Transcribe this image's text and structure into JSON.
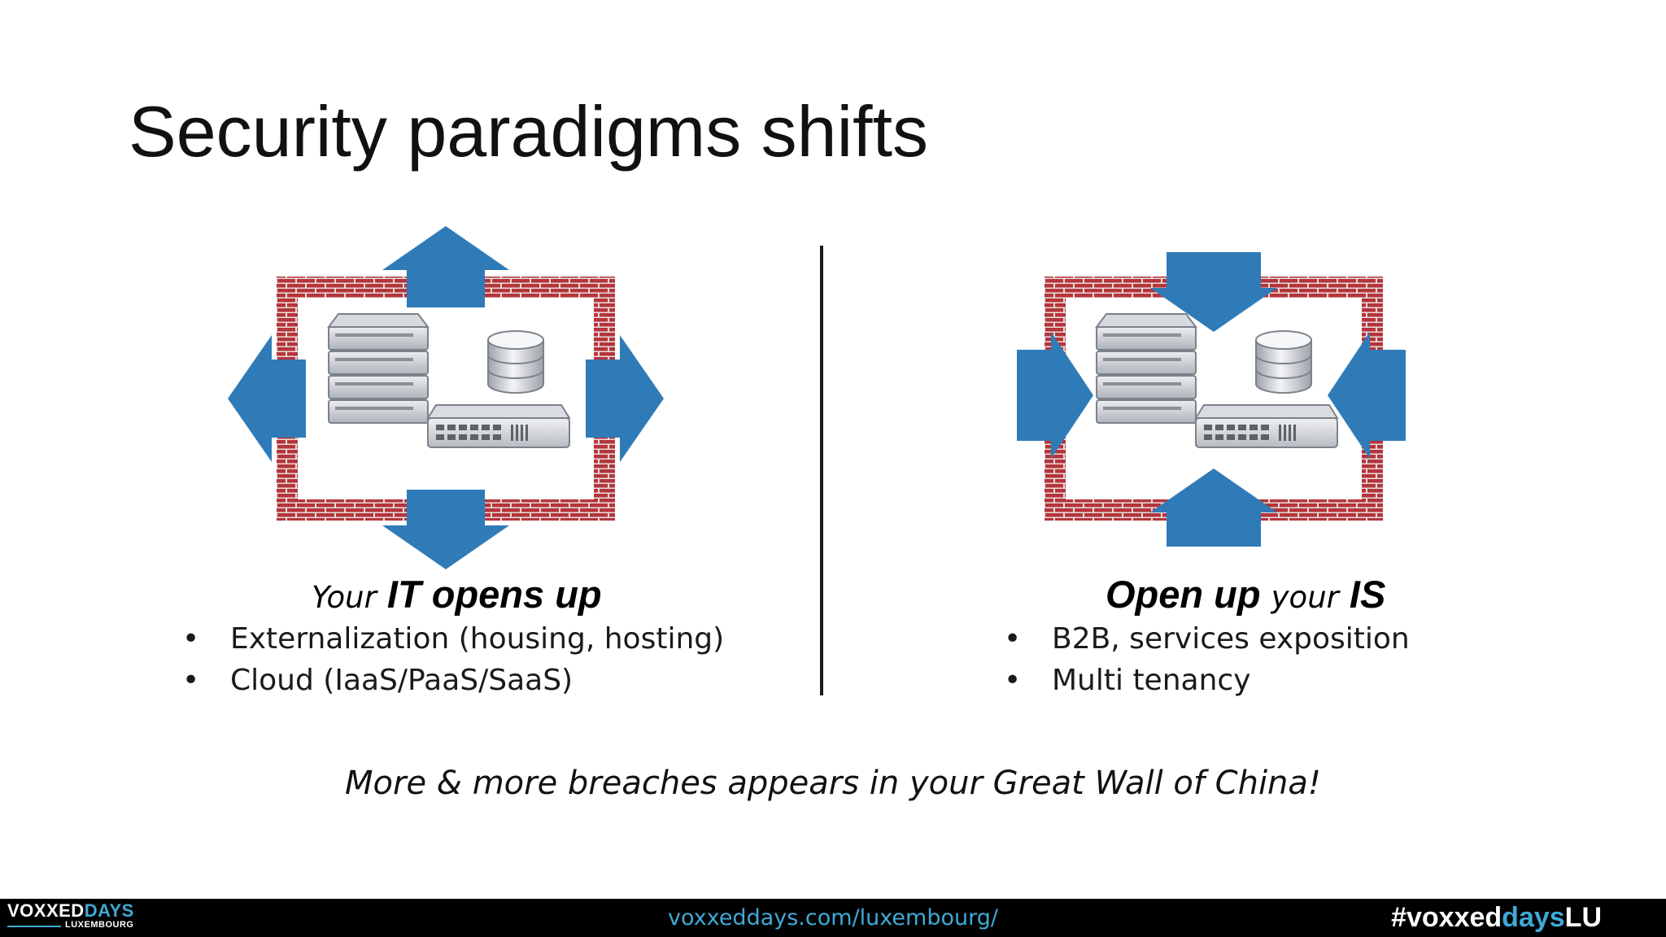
{
  "slide": {
    "title": "Security paradigms shifts",
    "left": {
      "heading_small": "Your",
      "heading_big": "IT opens up",
      "bullets": [
        "Externalization (housing, hosting)",
        "Cloud (IaaS/PaaS/SaaS)"
      ],
      "arrows_direction": "outward"
    },
    "right": {
      "heading_big_1": "Open up",
      "heading_small": "your",
      "heading_big_2": "IS",
      "bullets": [
        "B2B, services exposition",
        "Multi tenancy"
      ],
      "arrows_direction": "inward"
    },
    "bullet_symbol": "•",
    "conclusion": "More & more breaches appears in your Great Wall of China!"
  },
  "icons": {
    "server": "server-rack-icon",
    "database": "database-icon",
    "switch": "network-switch-icon",
    "wall": "brick-wall-icon",
    "arrow": "arrow-icon"
  },
  "footer": {
    "logo_part1": "VOXXED",
    "logo_part2": "DAYS",
    "logo_sub": "LUXEMBOURG",
    "url": "voxxeddays.com/luxembourg/",
    "hashtag_part1": "#voxxed",
    "hashtag_part2": "days",
    "hashtag_part3": "LU"
  },
  "colors": {
    "arrow_fill": "#2f7bb8",
    "brick_red": "#b4353a",
    "mortar": "#e9dcdc",
    "accent": "#3fa9d6",
    "footer_bg": "#000000",
    "device_gray": "#c9ccd1"
  }
}
